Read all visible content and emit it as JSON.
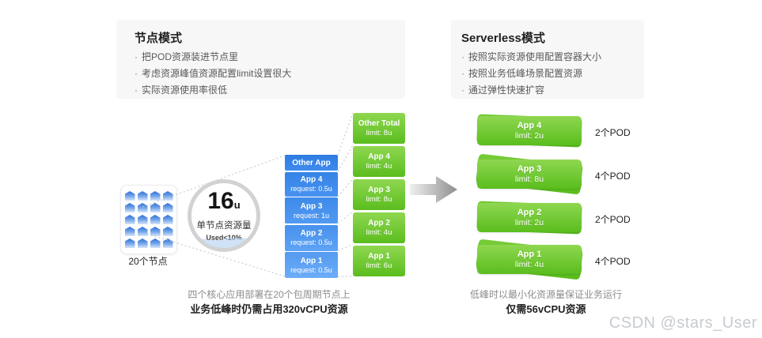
{
  "colors": {
    "green_from": "#8fd750",
    "green_to": "#5abd1e",
    "green_layer": "#76cb36",
    "blue_base": "#2e7ce2",
    "panel_bg": "#f7f7f8",
    "dotted_line": "#bfc3c8",
    "arrow_from": "#ededed",
    "arrow_to": "#8f8f8f"
  },
  "left_panel": {
    "title": "节点模式",
    "bullets": [
      "把POD资源装进节点里",
      "考虑资源峰值资源配置limit设置很大",
      "实际资源使用率很低"
    ]
  },
  "right_panel": {
    "title": "Serverless模式",
    "bullets": [
      "按照实际资源使用配置容器大小",
      "按照业务低峰场景配置资源",
      "通过弹性快速扩容"
    ]
  },
  "node_cluster": {
    "node_count": 20,
    "label": "20个节点"
  },
  "gauge": {
    "value": "16",
    "unit": "u",
    "title": "单节点资源量",
    "usage": "Used<10%"
  },
  "request_stack": [
    {
      "title": "Other App",
      "subtitle": ""
    },
    {
      "title": "App 4",
      "subtitle": "request: 0.5u"
    },
    {
      "title": "App 3",
      "subtitle": "request: 1u"
    },
    {
      "title": "App 2",
      "subtitle": "request: 0.5u"
    },
    {
      "title": "App 1",
      "subtitle": "request: 0.5u"
    }
  ],
  "limit_stack": [
    {
      "title": "Other Total",
      "subtitle": "limit: 8u"
    },
    {
      "title": "App 4",
      "subtitle": "limit: 4u"
    },
    {
      "title": "App 3",
      "subtitle": "limit: 8u"
    },
    {
      "title": "App 2",
      "subtitle": "limit: 4u"
    },
    {
      "title": "App 1",
      "subtitle": "limit: 6u"
    }
  ],
  "serverless_cards": [
    {
      "title": "App 4",
      "subtitle": "limit: 2u",
      "pod_label": "2个POD",
      "pod_count": 2
    },
    {
      "title": "App 3",
      "subtitle": "limit: 8u",
      "pod_label": "4个POD",
      "pod_count": 4
    },
    {
      "title": "App 2",
      "subtitle": "limit: 2u",
      "pod_label": "2个POD",
      "pod_count": 2
    },
    {
      "title": "App 1",
      "subtitle": "limit: 4u",
      "pod_label": "4个POD",
      "pod_count": 4
    }
  ],
  "node_caption": {
    "line1": "四个核心应用部署在20个包周期节点上",
    "line2": "业务低峰时仍需占用320vCPU资源"
  },
  "serverless_caption": {
    "line1": "低峰时以最小化资源量保证业务运行",
    "line2": "仅需56vCPU资源"
  },
  "watermark": "CSDN @stars_User"
}
